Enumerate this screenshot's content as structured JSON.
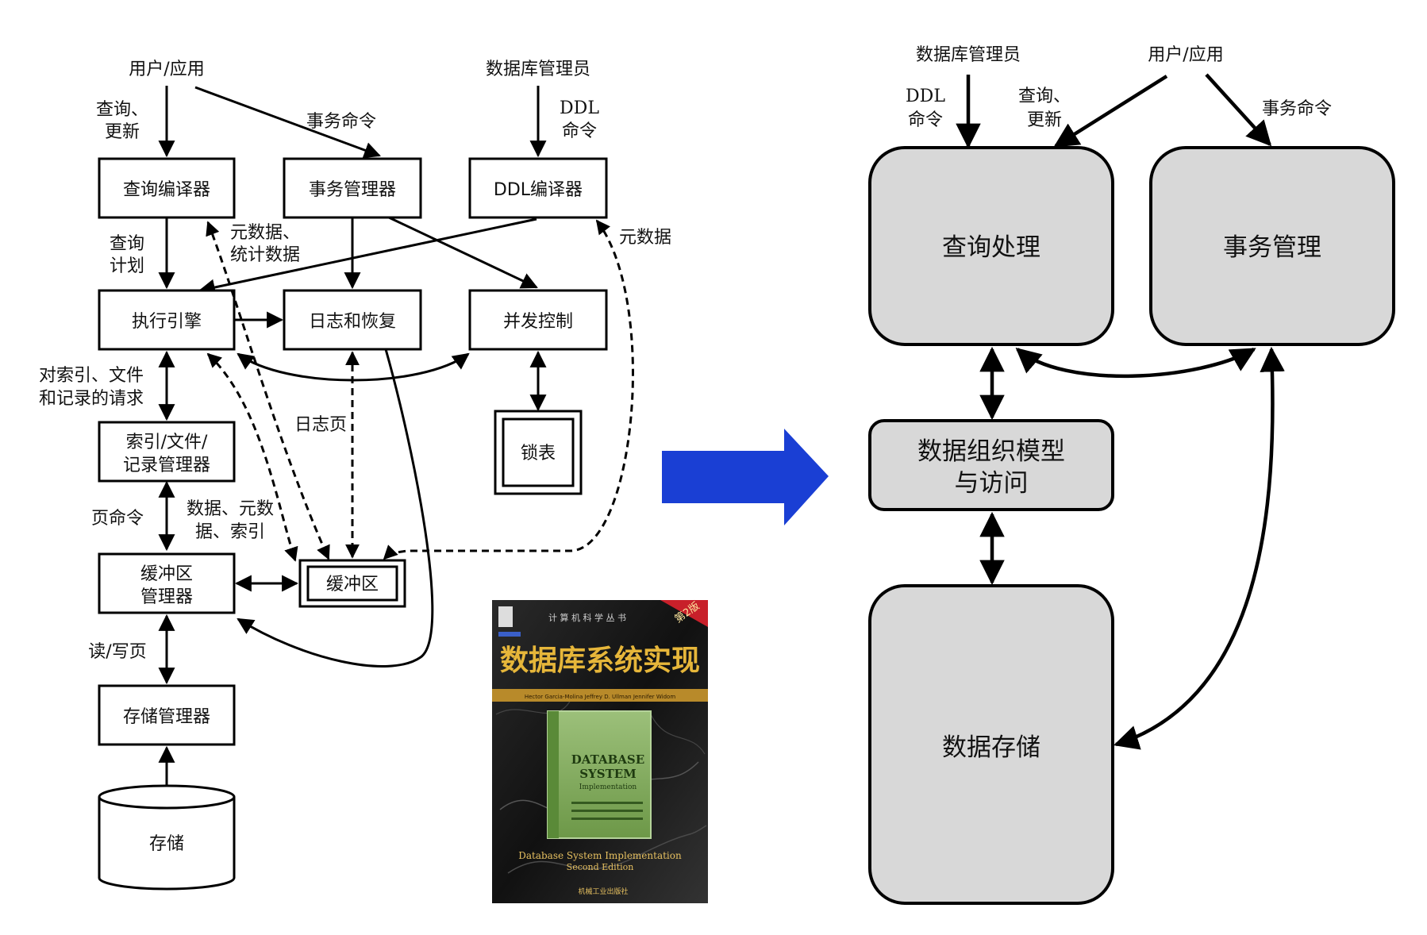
{
  "left": {
    "actors": {
      "user_app": "用户/应用",
      "dba": "数据库管理员"
    },
    "boxes": {
      "query_compiler": "查询编译器",
      "txn_manager": "事务管理器",
      "ddl_compiler": "DDL编译器",
      "exec_engine": "执行引擎",
      "log_recovery": "日志和恢复",
      "concurrency": "并发控制",
      "lock_table": "锁表",
      "index_file_line1": "索引/文件/",
      "index_file_line2": "记录管理器",
      "buffer_mgr_line1": "缓冲区",
      "buffer_mgr_line2": "管理器",
      "buffers": "缓冲区",
      "storage_mgr": "存储管理器",
      "storage": "存储"
    },
    "edge_labels": {
      "query_update_1": "查询、",
      "query_update_2": "更新",
      "txn_command": "事务命令",
      "ddl_1": "DDL",
      "ddl_2": "命令",
      "query_plan_1": "查询",
      "query_plan_2": "计划",
      "meta_stats_1": "元数据、",
      "meta_stats_2": "统计数据",
      "metadata": "元数据",
      "requests_1": "对索引、文件",
      "requests_2": "和记录的请求",
      "log_pages": "日志页",
      "page_cmd": "页命令",
      "data_meta_1": "数据、元数",
      "data_meta_2": "据、索引",
      "read_write": "读/写页"
    }
  },
  "book": {
    "series": "计 算 机 科 学 丛 书",
    "edition": "第2版",
    "title_cn": "数据库系统实现",
    "authors": "Hector Garcia-Molina  Jeffrey D. Ullman  Jennifer Widom",
    "cover_title_1": "DATABASE",
    "cover_title_2": "SYSTEM",
    "cover_sub": "Implementation",
    "title_en": "Database System Implementation",
    "edition_en": "Second Edition",
    "publisher": "机械工业出版社"
  },
  "right": {
    "actors": {
      "dba": "数据库管理员",
      "user_app": "用户/应用"
    },
    "edge_labels": {
      "ddl_1": "DDL",
      "ddl_2": "命令",
      "query_update_1": "查询、",
      "query_update_2": "更新",
      "txn_command": "事务命令"
    },
    "boxes": {
      "query_processing": "查询处理",
      "txn_management": "事务管理",
      "data_org_1": "数据组织模型",
      "data_org_2": "与访问",
      "data_storage": "数据存储"
    }
  },
  "colors": {
    "arrow_blue": "#1a3fd4",
    "box_gray": "#d8d8d8",
    "book_dark": "#1a1a1a",
    "book_gold": "#e0b030",
    "book_green": "#7fa65a"
  }
}
